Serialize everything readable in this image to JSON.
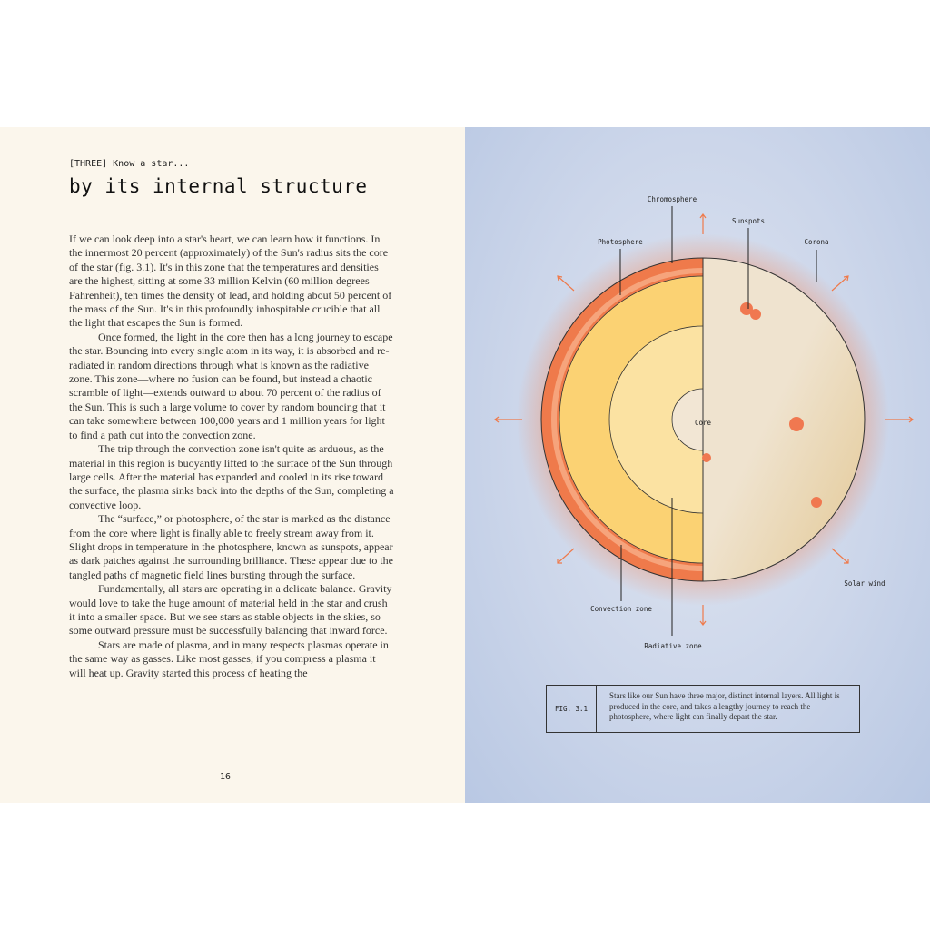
{
  "left_page": {
    "kicker": "[THREE] Know a star...",
    "title": "by its internal structure",
    "paragraphs": [
      "If we can look deep into a star's heart, we can learn how it functions. In the innermost 20 percent (approximately) of the Sun's radius sits the core of the star (fig. 3.1). It's in this zone that the temperatures and densities are the highest, sitting at some 33 million Kelvin (60 million degrees Fahrenheit), ten times the density of lead, and holding about 50 percent of the mass of the Sun. It's in this profoundly inhospitable crucible that all the light that escapes the Sun is formed.",
      "Once formed, the light in the core then has a long journey to escape the star. Bouncing into every single atom in its way, it is absorbed and re-radiated in random directions through what is known as the radiative zone. This zone—where no fusion can be found, but instead a chaotic scramble of light—extends outward to about 70 percent of the radius of the Sun. This is such a large volume to cover by random bouncing that it can take somewhere between 100,000 years and 1 million years for light to find a path out into the convection zone.",
      "The trip through the convection zone isn't quite as arduous, as the material in this region is buoyantly lifted to the surface of the Sun through large cells. After the material has expanded and cooled in its rise toward the surface, the plasma sinks back into the depths of the Sun, completing a convective loop.",
      "The “surface,” or photosphere, of the star is marked as the distance from the core where light is finally able to freely stream away from it. Slight drops in temperature in the photosphere, known as sunspots, appear as dark patches against the surrounding brilliance. These appear due to the tangled paths of magnetic field lines bursting through the surface.",
      "Fundamentally, all stars are operating in a delicate balance. Gravity would love to take the huge amount of material held in the star and crush it into a smaller space. But we see stars as stable objects in the skies, so some outward pressure must be successfully balancing that inward force.",
      "Stars are made of plasma, and in many respects plasmas operate in the same way as gasses. Like most gasses, if you compress a plasma it will heat up. Gravity started this process of heating the"
    ],
    "page_number": "16"
  },
  "figure": {
    "labels": {
      "chromosphere": "Chromosphere",
      "sunspots": "Sunspots",
      "photosphere": "Photosphere",
      "corona": "Corona",
      "core": "Core",
      "solar_wind": "Solar wind",
      "convection_zone": "Convection zone",
      "radiative_zone": "Radiative zone"
    },
    "caption": {
      "fig": "FIG. 3.1",
      "text": "Stars like our Sun have three major, distinct internal layers. All light is produced in the core, and takes a lengthy journey to reach the photosphere, where light can finally depart the star."
    },
    "colors": {
      "outer": "#ef7a4b",
      "chromosphere": "#f6a47c",
      "convection": "#fbd273",
      "radiative": "#fbe2a2",
      "core": "#f2e6d4",
      "surface": "#efe3cf",
      "spot": "#f07850"
    }
  }
}
